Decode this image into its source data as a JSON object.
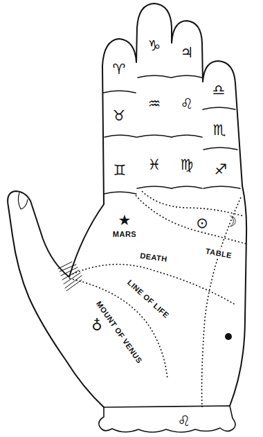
{
  "diagram": {
    "labels": [
      "♈",
      "♉",
      "♊",
      "♑",
      "♒",
      "♓",
      "♃",
      "♌",
      "♍",
      "♎",
      "♏",
      "♐",
      "★",
      "MARS",
      "⊙",
      "☽",
      "TABLE",
      "DEATH",
      "LINE OF LIFE",
      "MOUNT OF VENUS",
      "♁",
      "♌"
    ]
  }
}
